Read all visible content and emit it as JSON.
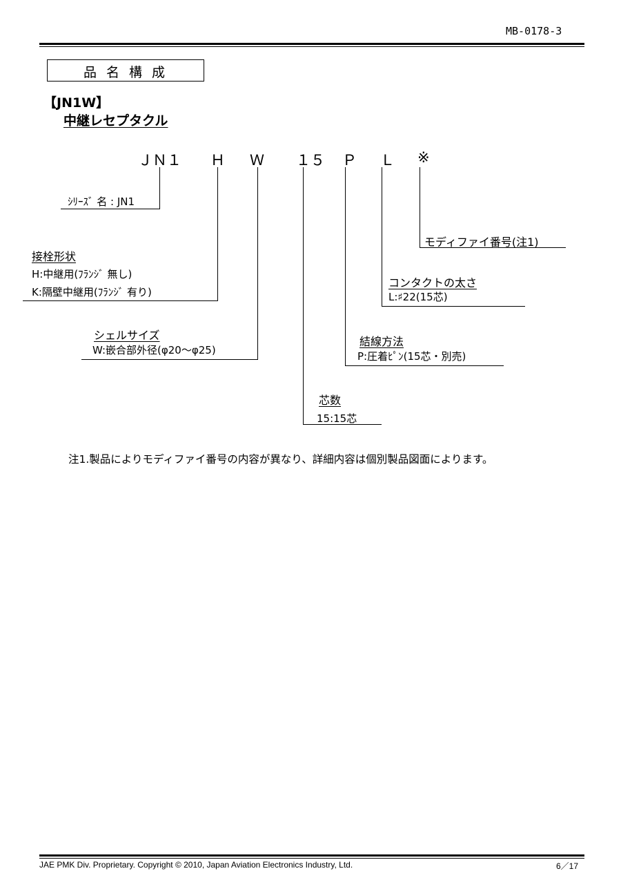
{
  "header": {
    "doc_number": "MB-0178-3"
  },
  "section_title": "品 名 構 成",
  "product": {
    "series_bracket": "【JN1W】",
    "name": "中継レセプタクル"
  },
  "code": {
    "parts": [
      "ＪＮ１",
      "Ｈ",
      "Ｗ",
      "１５",
      "Ｐ",
      "Ｌ",
      "※"
    ]
  },
  "fields": {
    "series": {
      "line": "ｼﾘｰｽﾞ 名 : JN1"
    },
    "connection": {
      "title": "接栓形状",
      "lines": [
        "H:中継用(ﾌﾗﾝｼﾞ 無し)",
        "K:隔壁中継用(ﾌﾗﾝｼﾞ 有り)"
      ]
    },
    "shell": {
      "title": "シェルサイズ",
      "lines": [
        "W:嵌合部外径(φ20～φ25)"
      ]
    },
    "cores": {
      "title": "芯数",
      "lines": [
        "15:15芯"
      ]
    },
    "termination": {
      "title": "結線方法",
      "lines": [
        "P:圧着ﾋﾟﾝ(15芯・別売)"
      ]
    },
    "contact": {
      "title": "コンタクトの太さ",
      "lines": [
        "L:♯22(15芯)"
      ]
    },
    "modify": {
      "line": "モディファイ番号(注1)"
    }
  },
  "note": "注1.製品によりモディファイ番号の内容が異なり、詳細内容は個別製品図面によります。",
  "footer": {
    "copyright": "JAE PMK Div. Proprietary. Copyright ©  2010, Japan Aviation Electronics Industry, Ltd.",
    "page": "6／17"
  }
}
